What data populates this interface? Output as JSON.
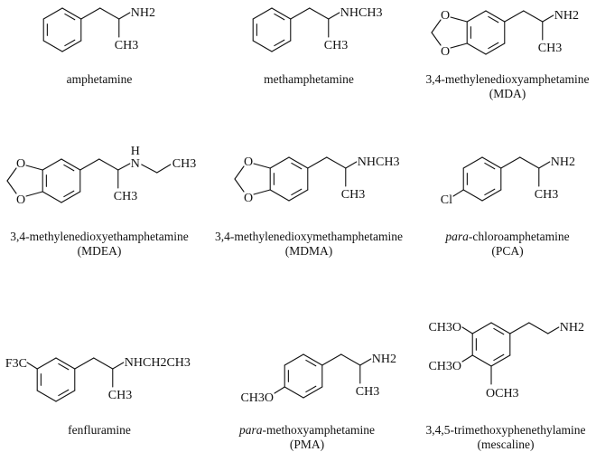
{
  "molecules": [
    {
      "id": "amphetamine",
      "name": {
        "prefix": "",
        "rest": "amphetamine"
      },
      "abbr": "",
      "atoms": {
        "amine": "NH2",
        "methyl": "CH3"
      }
    },
    {
      "id": "methamphetamine",
      "name": {
        "prefix": "",
        "rest": "methamphetamine"
      },
      "abbr": "",
      "atoms": {
        "amine": "NHCH3",
        "methyl": "CH3"
      }
    },
    {
      "id": "mda",
      "name": {
        "prefix": "",
        "rest": "3,4-methylenedioxyamphetamine"
      },
      "abbr": "(MDA)",
      "atoms": {
        "amine": "NH2",
        "methyl": "CH3",
        "o1": "O",
        "o2": "O"
      }
    },
    {
      "id": "mdea",
      "name": {
        "prefix": "",
        "rest": "3,4-methylenedioxyethamphetamine"
      },
      "abbr": "(MDEA)",
      "atoms": {
        "n": "N",
        "h": "H",
        "ethyl": "CH3",
        "methyl": "CH3",
        "o1": "O",
        "o2": "O"
      }
    },
    {
      "id": "mdma",
      "name": {
        "prefix": "",
        "rest": "3,4-methylenedioxymethamphetamine"
      },
      "abbr": "(MDMA)",
      "atoms": {
        "amine": "NHCH3",
        "methyl": "CH3",
        "o1": "O",
        "o2": "O"
      }
    },
    {
      "id": "pca",
      "name": {
        "prefix": "para",
        "rest": "-chloroamphetamine"
      },
      "abbr": "(PCA)",
      "atoms": {
        "amine": "NH2",
        "methyl": "CH3",
        "para": "Cl"
      }
    },
    {
      "id": "fenfluramine",
      "name": {
        "prefix": "",
        "rest": "fenfluramine"
      },
      "abbr": "",
      "atoms": {
        "amine": "NHCH2CH3",
        "methyl": "CH3",
        "meta": "F3C"
      }
    },
    {
      "id": "pma",
      "name": {
        "prefix": "para",
        "rest": "-methoxyamphetamine"
      },
      "abbr": "(PMA)",
      "atoms": {
        "amine": "NH2",
        "methyl": "CH3",
        "para": "CH3O"
      }
    },
    {
      "id": "mescaline",
      "name": {
        "prefix": "",
        "rest": "3,4,5-trimethoxyphenethylamine"
      },
      "abbr": "(mescaline)",
      "atoms": {
        "amine": "NH2",
        "m3": "CH3O",
        "m4": "CH3O",
        "m5": "OCH3"
      }
    }
  ]
}
